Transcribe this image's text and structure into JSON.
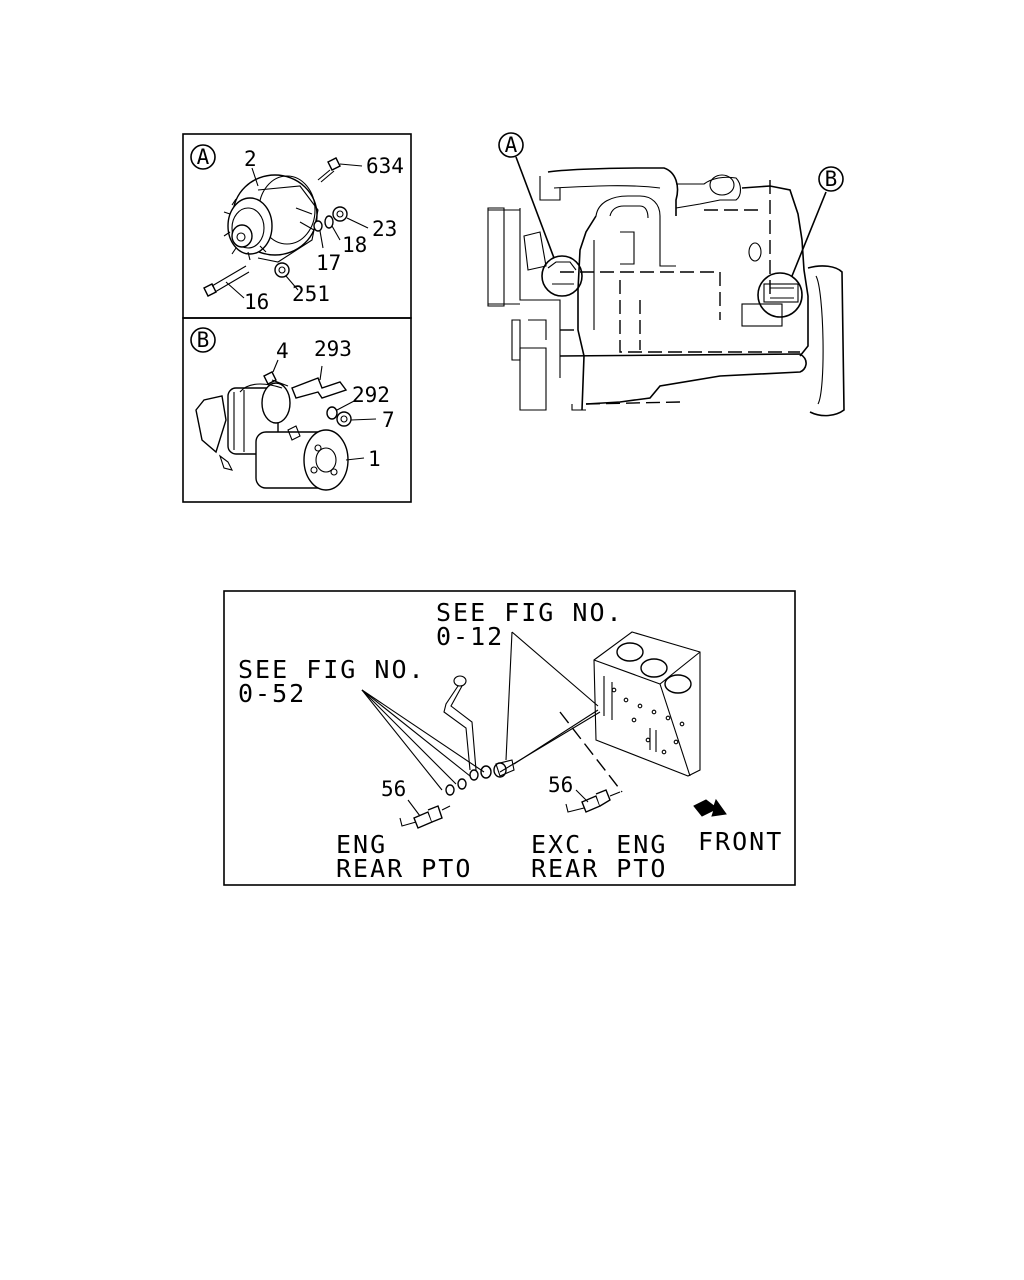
{
  "detail_a": {
    "marker": "A",
    "callouts": [
      "2",
      "634",
      "23",
      "18",
      "17",
      "251",
      "16"
    ]
  },
  "detail_b": {
    "marker": "B",
    "callouts": [
      "4",
      "293",
      "292",
      "7",
      "1"
    ]
  },
  "engine_view": {
    "markers": [
      "A",
      "B"
    ]
  },
  "sensor_detail": {
    "ref_1_line1": "SEE FIG NO.",
    "ref_1_line2": "0-12",
    "ref_2_line1": "SEE FIG NO.",
    "ref_2_line2": "0-52",
    "part_left": "56",
    "part_right": "56",
    "caption_left_line1": "ENG",
    "caption_left_line2": "REAR PTO",
    "caption_right_line1": "EXC. ENG",
    "caption_right_line2": "REAR PTO",
    "direction_label": "FRONT"
  }
}
